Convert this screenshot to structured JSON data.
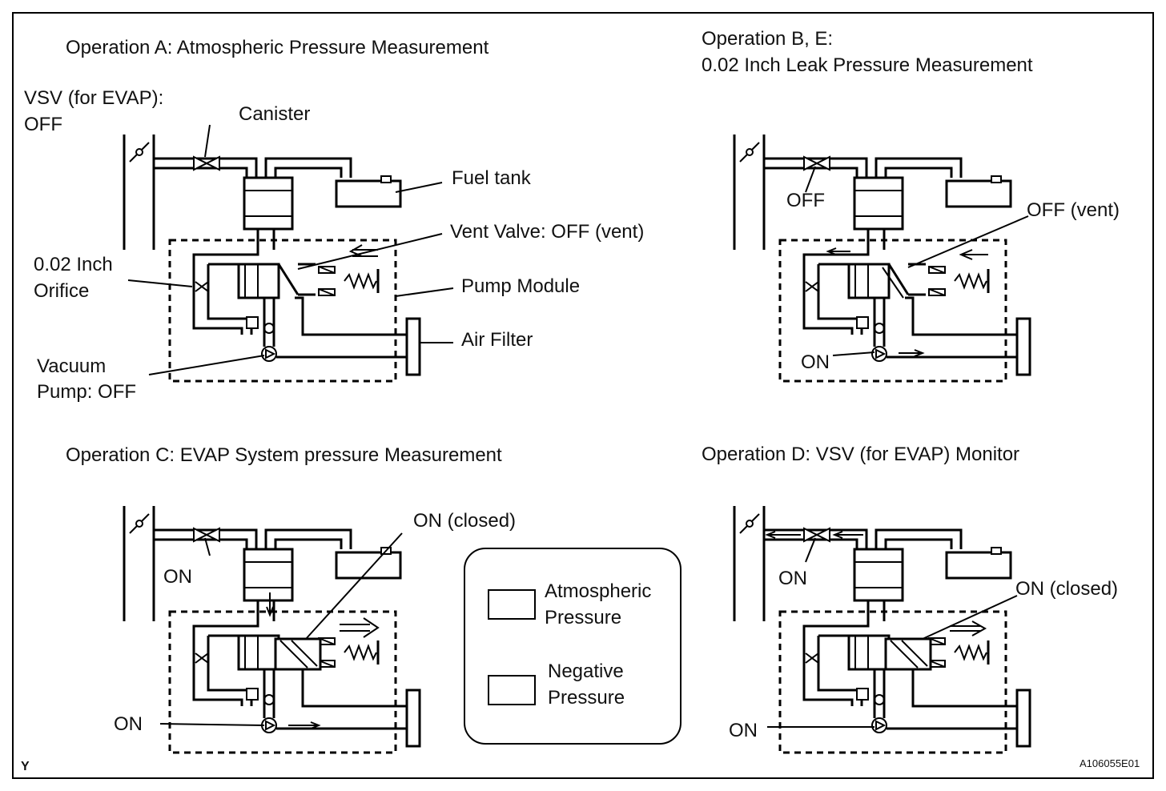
{
  "panels": {
    "a": {
      "title": "Operation A: Atmospheric Pressure Measurement",
      "vsv_label_line1": "VSV (for EVAP):",
      "vsv_label_line2": "OFF",
      "canister": "Canister",
      "fuel_tank": "Fuel tank",
      "vent_valve": "Vent Valve: OFF (vent)",
      "orifice_line1": "0.02 Inch",
      "orifice_line2": "Orifice",
      "pump_module": "Pump Module",
      "air_filter": "Air Filter",
      "vacuum_pump_line1": "Vacuum",
      "vacuum_pump_line2": "Pump: OFF"
    },
    "b": {
      "title_line1": "Operation B, E:",
      "title_line2": "0.02 Inch Leak Pressure Measurement",
      "vsv_state": "OFF",
      "vent_state": "OFF (vent)",
      "pump_state": "ON"
    },
    "c": {
      "title": "Operation C: EVAP System pressure Measurement",
      "vsv_state": "ON",
      "vent_state": "ON (closed)",
      "pump_state": "ON"
    },
    "d": {
      "title": "Operation D: VSV (for EVAP) Monitor",
      "vsv_state": "ON",
      "vent_state": "ON (closed)",
      "pump_state": "ON"
    }
  },
  "legend": {
    "atmospheric_line1": "Atmospheric",
    "atmospheric_line2": "Pressure",
    "negative_line1": "Negative",
    "negative_line2": "Pressure"
  },
  "corner_mark": "Y",
  "figure_id": "A106055E01"
}
